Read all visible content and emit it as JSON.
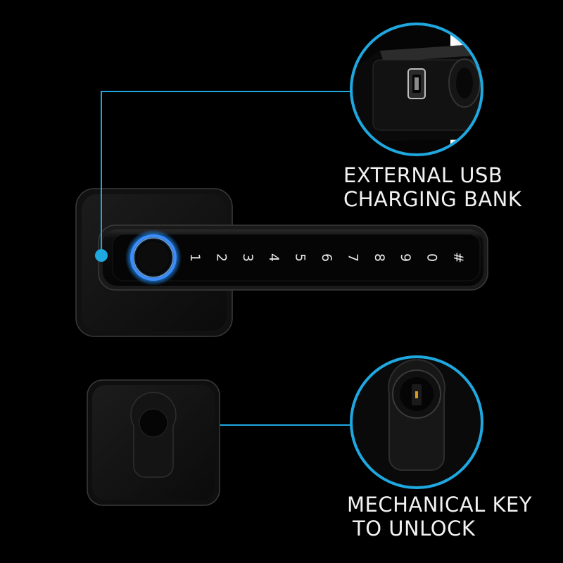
{
  "accent_color": "#1fa8e0",
  "keypad": {
    "keys": [
      "1",
      "2",
      "3",
      "4",
      "5",
      "6",
      "7",
      "8",
      "9",
      "0",
      "#"
    ]
  },
  "captions": {
    "usb": {
      "line1": "EXTERNAL USB",
      "line2": "CHARGING BANK"
    },
    "key": {
      "line1": "MECHANICAL KEY",
      "line2": "TO UNLOCK"
    }
  },
  "icons": {
    "fingerprint": "fingerprint-sensor-icon",
    "usb_port": "micro-usb-port-icon",
    "keyhole": "key-cylinder-icon"
  }
}
